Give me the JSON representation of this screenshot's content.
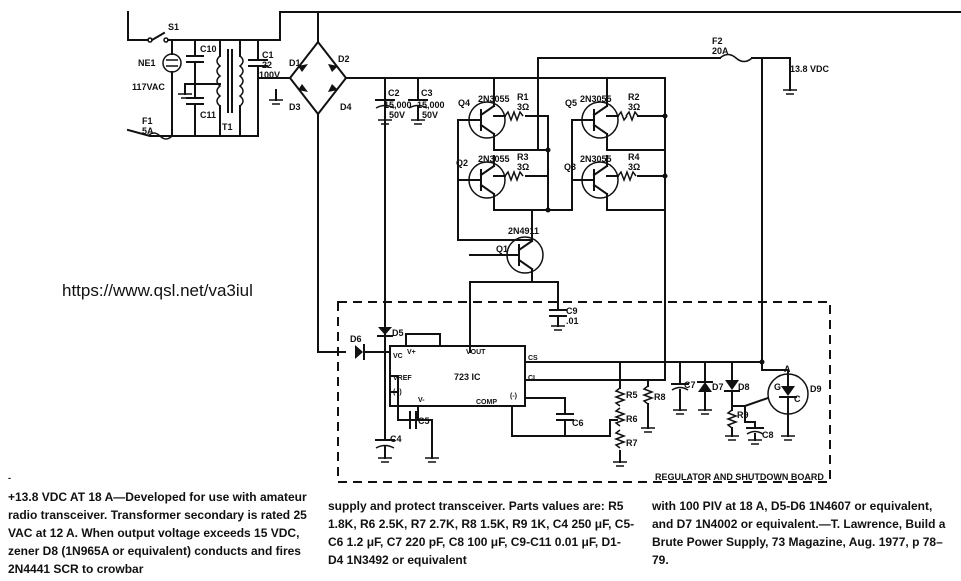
{
  "watermark": "https://www.qsl.net/va3iul",
  "mark": "-",
  "board_label": "REGULATOR AND SHUTDOWN BOARD",
  "labels": {
    "s1": "S1",
    "ne1": "NE1",
    "vac": "117VAC",
    "f1": "F1",
    "f1_val": "5A",
    "c10": "C10",
    "c11": "C11",
    "t1": "T1",
    "c1": "C1",
    "c1_v1": "22",
    "c1_v2": "100V",
    "d1": "D1",
    "d2": "D2",
    "d3": "D3",
    "d4": "D4",
    "c2": "C2",
    "c2_v1": "15,000",
    "c2_v2": "50V",
    "c3": "C3",
    "c3_v1": "15,000",
    "c3_v2": "50V",
    "q4": "Q4",
    "q4_type": "2N3055",
    "r1": "R1",
    "r1_val": "3Ω",
    "q5": "Q5",
    "q5_type": "2N3055",
    "r2": "R2",
    "r2_val": "3Ω",
    "q2": "Q2",
    "q2_type": "2N3055",
    "r3": "R3",
    "r3_val": "3Ω",
    "q3": "Q3",
    "q3_type": "2N3055",
    "r4": "R4",
    "r4_val": "3Ω",
    "q1": "Q1",
    "q1_type": "2N4911",
    "f2": "F2",
    "f2_val": "20A",
    "out": "13.8 VDC",
    "c9": "C9",
    "c9_val": ".01",
    "d5": "D5",
    "d6": "D6",
    "ic_name": "723 IC",
    "vc": "VC",
    "vplus": "V+",
    "vout": "VOUT",
    "vref": "VREF",
    "plus": "(+)",
    "vminus": "V-",
    "comp": "COMP",
    "minus": "(-)",
    "cs": "CS",
    "cl": "CL",
    "c4": "C4",
    "c5": "C5",
    "c6": "C6",
    "c7": "C7",
    "c8": "C8",
    "r5": "R5",
    "r6": "R6",
    "r7": "R7",
    "r8": "R8",
    "r9": "R9",
    "d7": "D7",
    "d8": "D8",
    "d9": "D9",
    "g": "G",
    "a": "A",
    "c": "C"
  },
  "caption": {
    "col1": "+13.8 VDC AT 18 A—Developed for use with amateur radio transceiver. Transformer secondary is rated 25 VAC at 12 A. When output voltage exceeds 15 VDC, zener D8 (1N965A or equivalent) conducts and fires 2N4441 SCR to crowbar",
    "col2": "supply and protect transceiver. Parts values are: R5 1.8K, R6 2.5K, R7 2.7K, R8 1.5K, R9 1K, C4 250 μF, C5-C6 1.2 μF, C7 220 pF, C8 100 μF, C9-C11 0.01 μF, D1-D4 1N3492 or equivalent",
    "col3": "with 100 PIV at 18 A, D5-D6 1N4607 or equivalent, and D7 1N4002 or equivalent.—T. Lawrence, Build a Brute Power Supply, 73 Magazine, Aug. 1977, p 78–79."
  }
}
